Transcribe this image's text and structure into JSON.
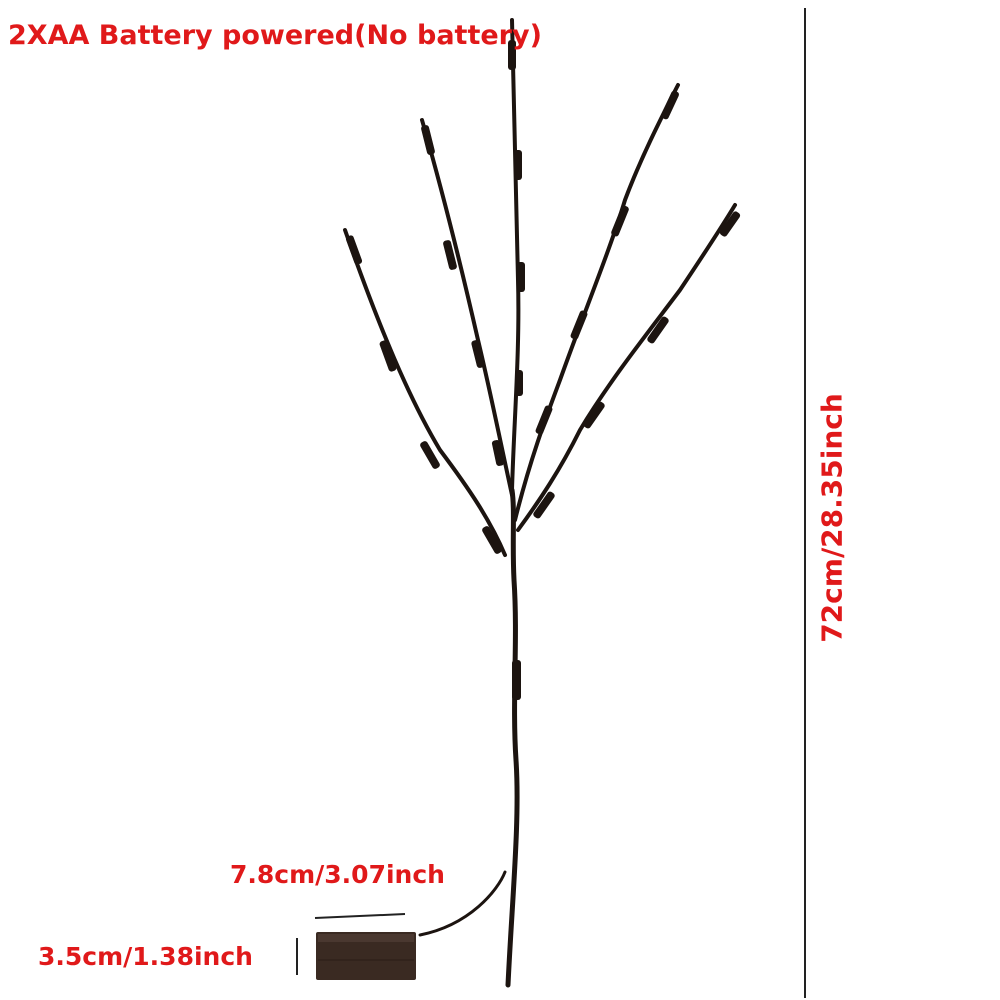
{
  "labels": {
    "title": "2XAA Battery powered(No battery)",
    "height": "72cm/28.35inch",
    "width": "7.8cm/3.07inch",
    "box_height": "3.5cm/1.38inch"
  },
  "colors": {
    "label_text": "#e0191a",
    "branch": "#1c1410",
    "led_tip": "#cfc6c0",
    "dimension_line": "#222222",
    "battery_box": "#3a2a22"
  }
}
